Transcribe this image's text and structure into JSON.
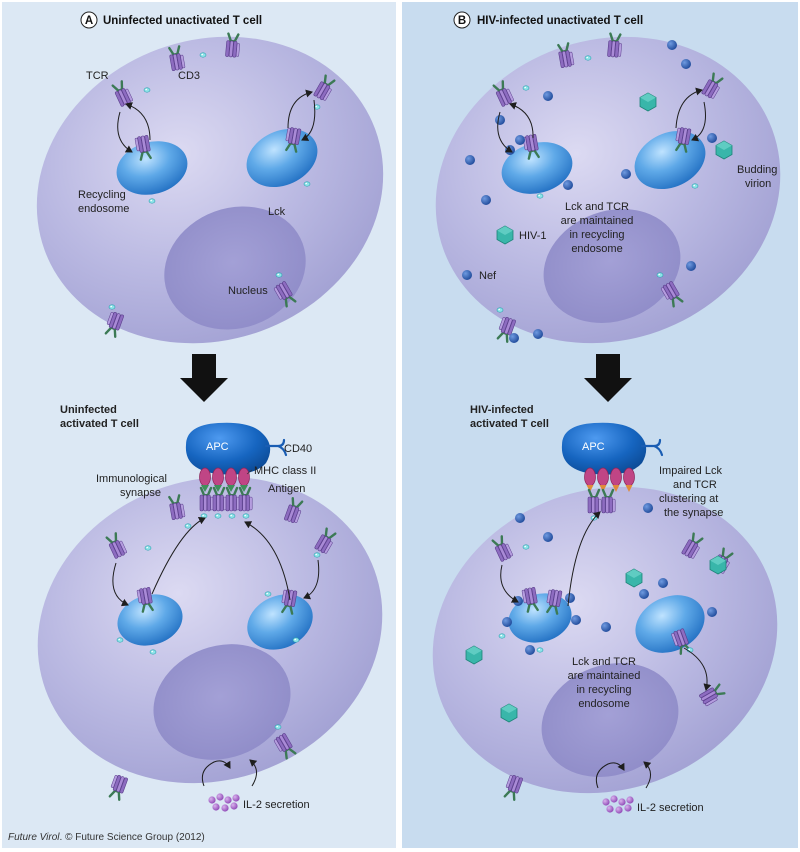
{
  "panel_a": {
    "badge": "A",
    "title": "Uninfected unactivated T cell",
    "tcr": "TCR",
    "cd3": "CD3",
    "recycling_line1": "Recycling",
    "recycling_line2": "endosome",
    "lck": "Lck",
    "nucleus": "Nucleus",
    "activated_line1": "Uninfected",
    "activated_line2": "activated T cell",
    "apc": "APC",
    "cd40": "CD40",
    "mhc": "MHC class II",
    "antigen": "Antigen",
    "synapse_line1": "Immunological",
    "synapse_line2": "synapse",
    "il2": "IL-2 secretion"
  },
  "panel_b": {
    "badge": "B",
    "title": "HIV-infected unactivated T cell",
    "budding_line1": "Budding",
    "budding_line2": "virion",
    "maintained_line1": "Lck and TCR",
    "maintained_line2": "are maintained",
    "maintained_line3": "in recycling",
    "maintained_line4": "endosome",
    "hiv": "HIV-1",
    "nef": "Nef",
    "activated_line1": "HIV-infected",
    "activated_line2": "activated T cell",
    "apc": "APC",
    "impaired_line1": "Impaired Lck",
    "impaired_line2": "and TCR",
    "impaired_line3": "clustering at",
    "impaired_line4": "the synapse",
    "maintained2_line1": "Lck and TCR",
    "maintained2_line2": "are maintained",
    "maintained2_line3": "in recycling",
    "maintained2_line4": "endosome",
    "il2": "IL-2 secretion"
  },
  "footer": {
    "journal": "Future Virol",
    "rest": ". © Future Science Group (2012)"
  },
  "colors": {
    "panel_a_bg": "#dce8f4",
    "panel_b_bg": "#c8dcef",
    "cell": "#b4b3df",
    "endosome": "#3f8fd6",
    "apc": "#1560b5",
    "nef": "#2c5ba8",
    "virion": "#37b3a8",
    "il2": "#a25fc4",
    "mhc": "#b83a78",
    "arrow": "#1e1e1e"
  }
}
